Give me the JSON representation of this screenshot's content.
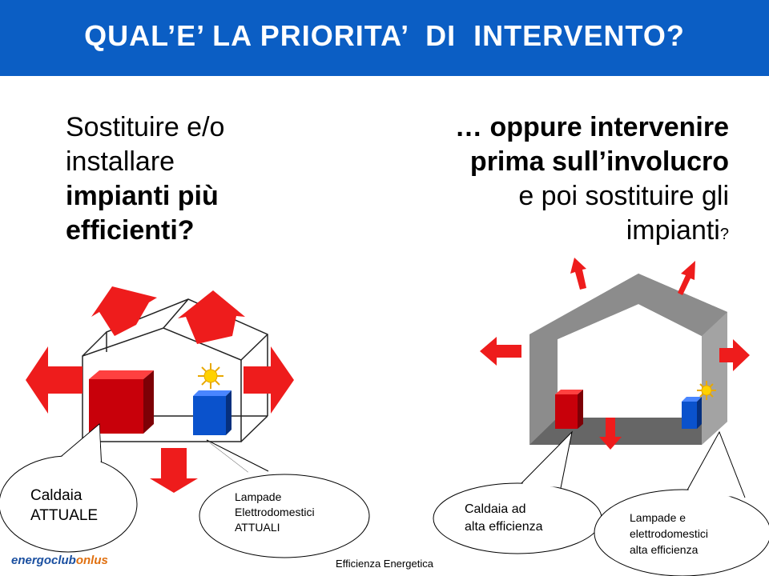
{
  "header": {
    "title": "QUAL’E’ LA PRIORITA’  DI  INTERVENTO?"
  },
  "left_question": {
    "line1": "Sostituire e/o",
    "line2": "installare",
    "line3": "impianti più",
    "line4": "efficienti?"
  },
  "right_question": {
    "line1": "… oppure intervenire",
    "line2": "prima sull’involucro",
    "line3": "e poi sostituire gli",
    "line4": "impianti",
    "line4_suffix": "?"
  },
  "callouts": {
    "left_boiler": {
      "line1": "Caldaia",
      "line2": "ATTUALE"
    },
    "left_appliances": {
      "line1": "Lampade",
      "line2": "Elettrodomestici",
      "line3": "ATTUALI"
    },
    "right_boiler": {
      "line1": "Caldaia ad",
      "line2": "alta efficienza"
    },
    "right_appliances": {
      "line1": "Lampade e",
      "line2": "elettrodomestici",
      "line3": "alta  efficienza"
    }
  },
  "footer": {
    "text": "Efficienza  Energetica"
  },
  "logo": {
    "main": "energoclub",
    "accent": "onlus"
  },
  "colors": {
    "header": "#0b5ec4",
    "arrow": "#ee1c1c",
    "boiler": "#c8000a",
    "appliance": "#0a52cc",
    "wall": "#8c8c8c",
    "sun": "#ffd200"
  }
}
